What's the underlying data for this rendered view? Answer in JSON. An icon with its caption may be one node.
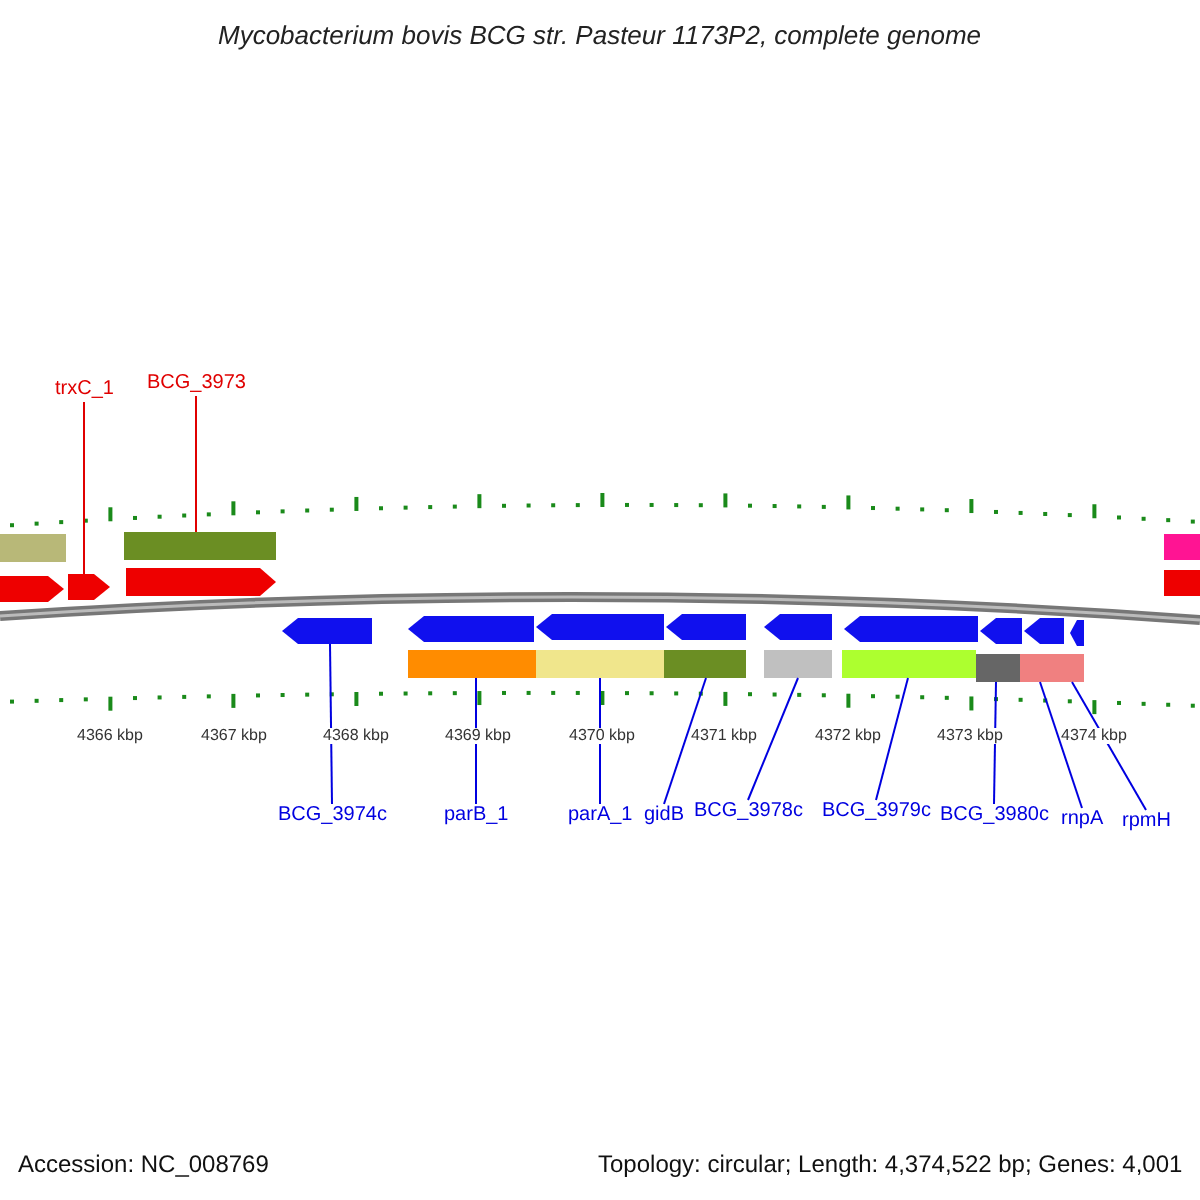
{
  "diagram": {
    "title": "Mycobacterium bovis BCG str. Pasteur 1173P2, complete genome",
    "nodes": [
      {
        "text": [
          "trxC_1"
        ]
      },
      {
        "text": [
          "BCG_3973"
        ]
      },
      {
        "text": [
          "BCG_3974c"
        ]
      },
      {
        "text": [
          "parB_1"
        ]
      },
      {
        "text": [
          "parA_1"
        ]
      },
      {
        "text": [
          "gidB"
        ]
      },
      {
        "text": [
          "BCG_3978c"
        ]
      },
      {
        "text": [
          "BCG_3979c"
        ]
      },
      {
        "text": [
          "BCG_3980c"
        ]
      },
      {
        "text": [
          "rnpA"
        ]
      },
      {
        "text": [
          "rpmH"
        ]
      },
      {
        "text": [],
        "shape": "arrow"
      },
      {
        "text": [],
        "shape": "bar"
      },
      {
        "text": [],
        "shape": "arrow"
      },
      {
        "text": [],
        "shape": "bar"
      },
      {
        "text": [],
        "shape": "bar"
      },
      {
        "text": [],
        "shape": "bar"
      },
      {
        "text": [],
        "shape": "bar"
      },
      {
        "text": [],
        "shape": "bar"
      },
      {
        "text": [],
        "shape": "bar"
      },
      {
        "text": [],
        "shape": "bar"
      },
      {
        "text": [],
        "shape": "bar"
      },
      {
        "text": [],
        "shape": "arrow"
      },
      {
        "text": [],
        "shape": "arrow"
      },
      {
        "text": [],
        "shape": "bar"
      },
      {
        "text": [],
        "shape": "bar"
      },
      {
        "text": [],
        "shape": "arrow"
      },
      {
        "text": [],
        "shape": "arrow"
      },
      {
        "text": [],
        "shape": "arrow"
      },
      {
        "text": [],
        "shape": "arrow"
      },
      {
        "text": [],
        "shape": "arrow"
      },
      {
        "text": [],
        "shape": "arrow"
      },
      {
        "text": [],
        "shape": "arrow"
      },
      {
        "text": [],
        "shape": "arrow"
      }
    ],
    "edges": [
      {
        "from": 0,
        "to": 11,
        "arrow": "none",
        "color": "#e00000"
      },
      {
        "from": 1,
        "to": 12,
        "arrow": "none",
        "color": "#e00000"
      },
      {
        "from": 2,
        "to": 13,
        "arrow": "none"
      },
      {
        "from": 3,
        "to": 14,
        "arrow": "none"
      },
      {
        "from": 4,
        "to": 15,
        "arrow": "none"
      },
      {
        "from": 5,
        "to": 16,
        "arrow": "none"
      },
      {
        "from": 6,
        "to": 17,
        "arrow": "none"
      },
      {
        "from": 7,
        "to": 18,
        "arrow": "none"
      },
      {
        "from": 8,
        "to": 19,
        "arrow": "none"
      },
      {
        "from": 9,
        "to": 20,
        "arrow": "none"
      },
      {
        "from": 10,
        "to": 20,
        "arrow": "none"
      }
    ],
    "labels": [
      "4366 kbp",
      "4367 kbp",
      "4368 kbp",
      "4369 kbp",
      "4370 kbp",
      "4371 kbp",
      "4372 kbp",
      "4373 kbp",
      "4374 kbp",
      "Accession: NC_008769",
      "Topology: circular; Length: 4,374,522 bp; Genes: 4,001"
    ]
  }
}
